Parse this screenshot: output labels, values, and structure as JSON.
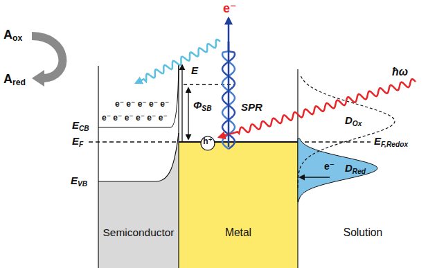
{
  "diagram": {
    "nodes": [
      {
        "text": [
          "Semiconductor"
        ]
      },
      {
        "text": [
          "Metal"
        ]
      },
      {
        "text": [
          "Solution"
        ]
      }
    ],
    "labels": [
      "Aox",
      "Ared",
      "e⁻",
      "E",
      "ΦSB",
      "SPR",
      "ħω",
      "e⁻ e⁻ e⁻ e⁻ e⁻",
      "e⁻ e⁻ e⁻ e⁻ e⁻ e⁻",
      "ECB",
      "EF",
      "EVB",
      "h⁺",
      "DOx",
      "EF,Redox",
      "e⁻",
      "DRed"
    ]
  }
}
